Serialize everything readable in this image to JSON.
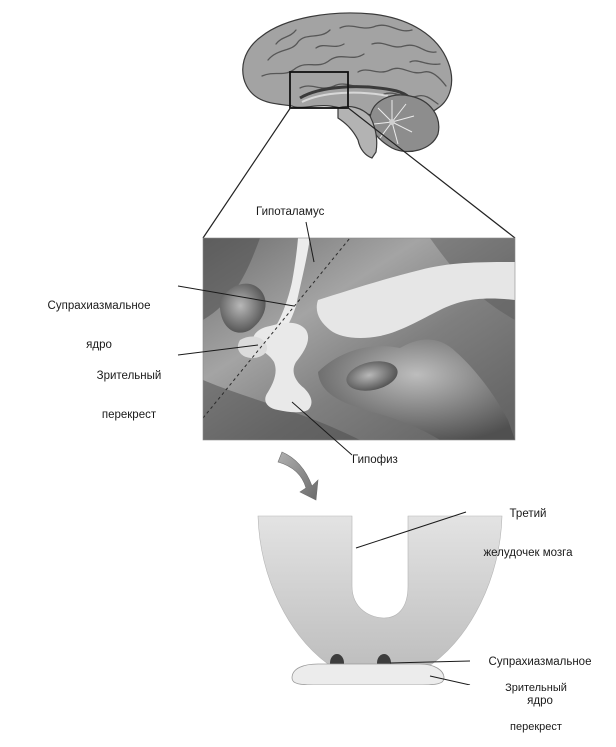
{
  "labels": {
    "hypothalamus": "Гипоталамус",
    "scn_top_line1": "Супрахиазмальное",
    "scn_top_line2": "ядро",
    "chiasm_top_line1": "Зрительный",
    "chiasm_top_line2": "перекрест",
    "pituitary": "Гипофиз",
    "third_ventricle_line1": "Третий",
    "third_ventricle_line2": "желудочек мозга",
    "scn_bottom_line1": "Супрахиазмальное",
    "scn_bottom_line2": "ядро",
    "chiasm_bottom_line1": "Зрительный",
    "chiasm_bottom_line2": "перекрест"
  },
  "colors": {
    "ink": "#1a1a1a",
    "brain_tissue": "#9a9a9a",
    "section_background": "#7d7d7d",
    "ventricle_fill": "#e6e6e6",
    "cross_section_fill": "#d4d4d4",
    "nucleus_fill": "#3d3d3d",
    "arrow_fill": "#8e8e8e"
  }
}
